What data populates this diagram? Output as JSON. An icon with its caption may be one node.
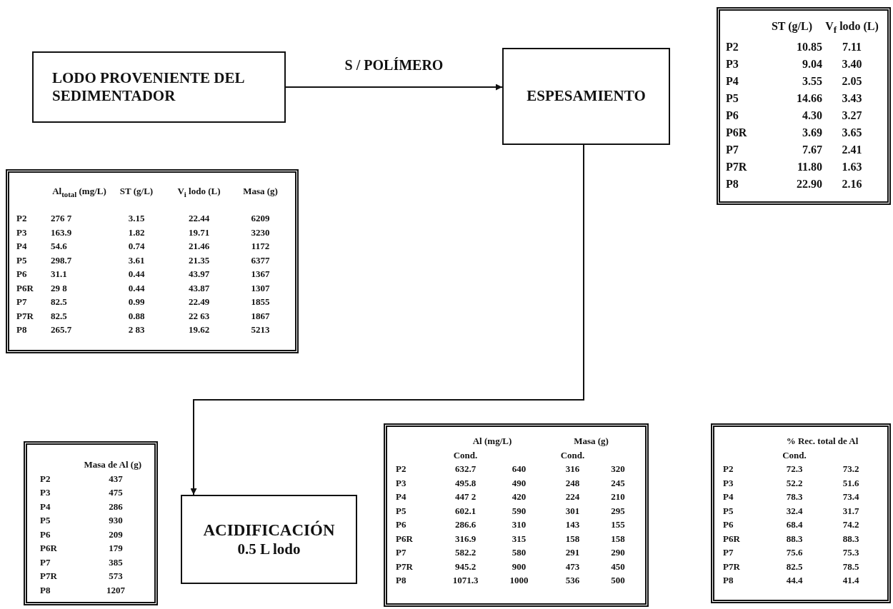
{
  "diagram": {
    "nodes": [
      {
        "text": [
          "LODO PROVENIENTE DEL SEDIMENTADOR"
        ]
      },
      {
        "text": [
          "ESPESAMIENTO"
        ]
      },
      {
        "text": [
          "ACIDIFICACIÓN",
          "0.5 L lodo"
        ]
      }
    ],
    "edges": [
      {
        "from": 0,
        "to": 1,
        "arrow": "to",
        "label": "S / POLÍMERO"
      },
      {
        "from": 1,
        "to": 2,
        "arrow": "to"
      }
    ],
    "labels": [
      "ST (g/L)",
      "V$_{f}$ lodo (L)",
      "P2",
      "10.85",
      "7.11",
      "P3",
      "9.04",
      "3.40",
      "P4",
      "3.55",
      "2.05",
      "P5",
      "14.66",
      "3.43",
      "P6",
      "4.30",
      "3.27",
      "P6R",
      "3.69",
      "3.65",
      "P7",
      "7.67",
      "2.41",
      "P7R",
      "11.80",
      "1.63",
      "P8",
      "22.90",
      "2.16",
      "Al$_{total}$ (mg/L)",
      "ST (g/L)",
      "V$_{i}$ lodo (L)",
      "Masa (g)",
      "P2",
      "276 7",
      "3.15",
      "22.44",
      "6209",
      "P3",
      "163.9",
      "1.82",
      "19.71",
      "3230",
      "P4",
      "54.6",
      "0.74",
      "21.46",
      "1172",
      "P5",
      "298.7",
      "3.61",
      "21.35",
      "6377",
      "P6",
      "31.1",
      "0.44",
      "43.97",
      "1367",
      "P6R",
      "29 8",
      "0.44",
      "43.87",
      "1307",
      "P7",
      "82.5",
      "0.99",
      "22.49",
      "1855",
      "P7R",
      "82.5",
      "0.88",
      "22 63",
      "1867",
      "P8",
      "265.7",
      "2 83",
      "19.62",
      "5213",
      "Masa de Al (g)",
      "P2",
      "437",
      "P3",
      "475",
      "P4",
      "286",
      "P5",
      "930",
      "P6",
      "209",
      "P6R",
      "179",
      "P7",
      "385",
      "P7R",
      "573",
      "P8",
      "1207",
      "Al (mg/L)",
      "Masa (g)",
      "Cond.",
      "Cond.",
      "P2",
      "632.7",
      "640",
      "316",
      "320",
      "P3",
      "495.8",
      "490",
      "248",
      "245",
      "P4",
      "447 2",
      "420",
      "224",
      "210",
      "P5",
      "602.1",
      "590",
      "301",
      "295",
      "P6",
      "286.6",
      "310",
      "143",
      "155",
      "P6R",
      "316.9",
      "315",
      "158",
      "158",
      "P7",
      "582.2",
      "580",
      "291",
      "290",
      "P7R",
      "945.2",
      "900",
      "473",
      "450",
      "P8",
      "1071.3",
      "1000",
      "536",
      "500",
      "% Rec. total de Al",
      "Cond.",
      "P2",
      "72.3",
      "73.2",
      "P3",
      "52.2",
      "51.6",
      "P4",
      "78.3",
      "73.4",
      "P5",
      "32.4",
      "31.7",
      "P6",
      "68.4",
      "74.2",
      "P6R",
      "88.3",
      "88.3",
      "P7",
      "75.6",
      "75.3",
      "P7R",
      "82.5",
      "78.5",
      "P8",
      "44.4",
      "41.4"
    ]
  }
}
